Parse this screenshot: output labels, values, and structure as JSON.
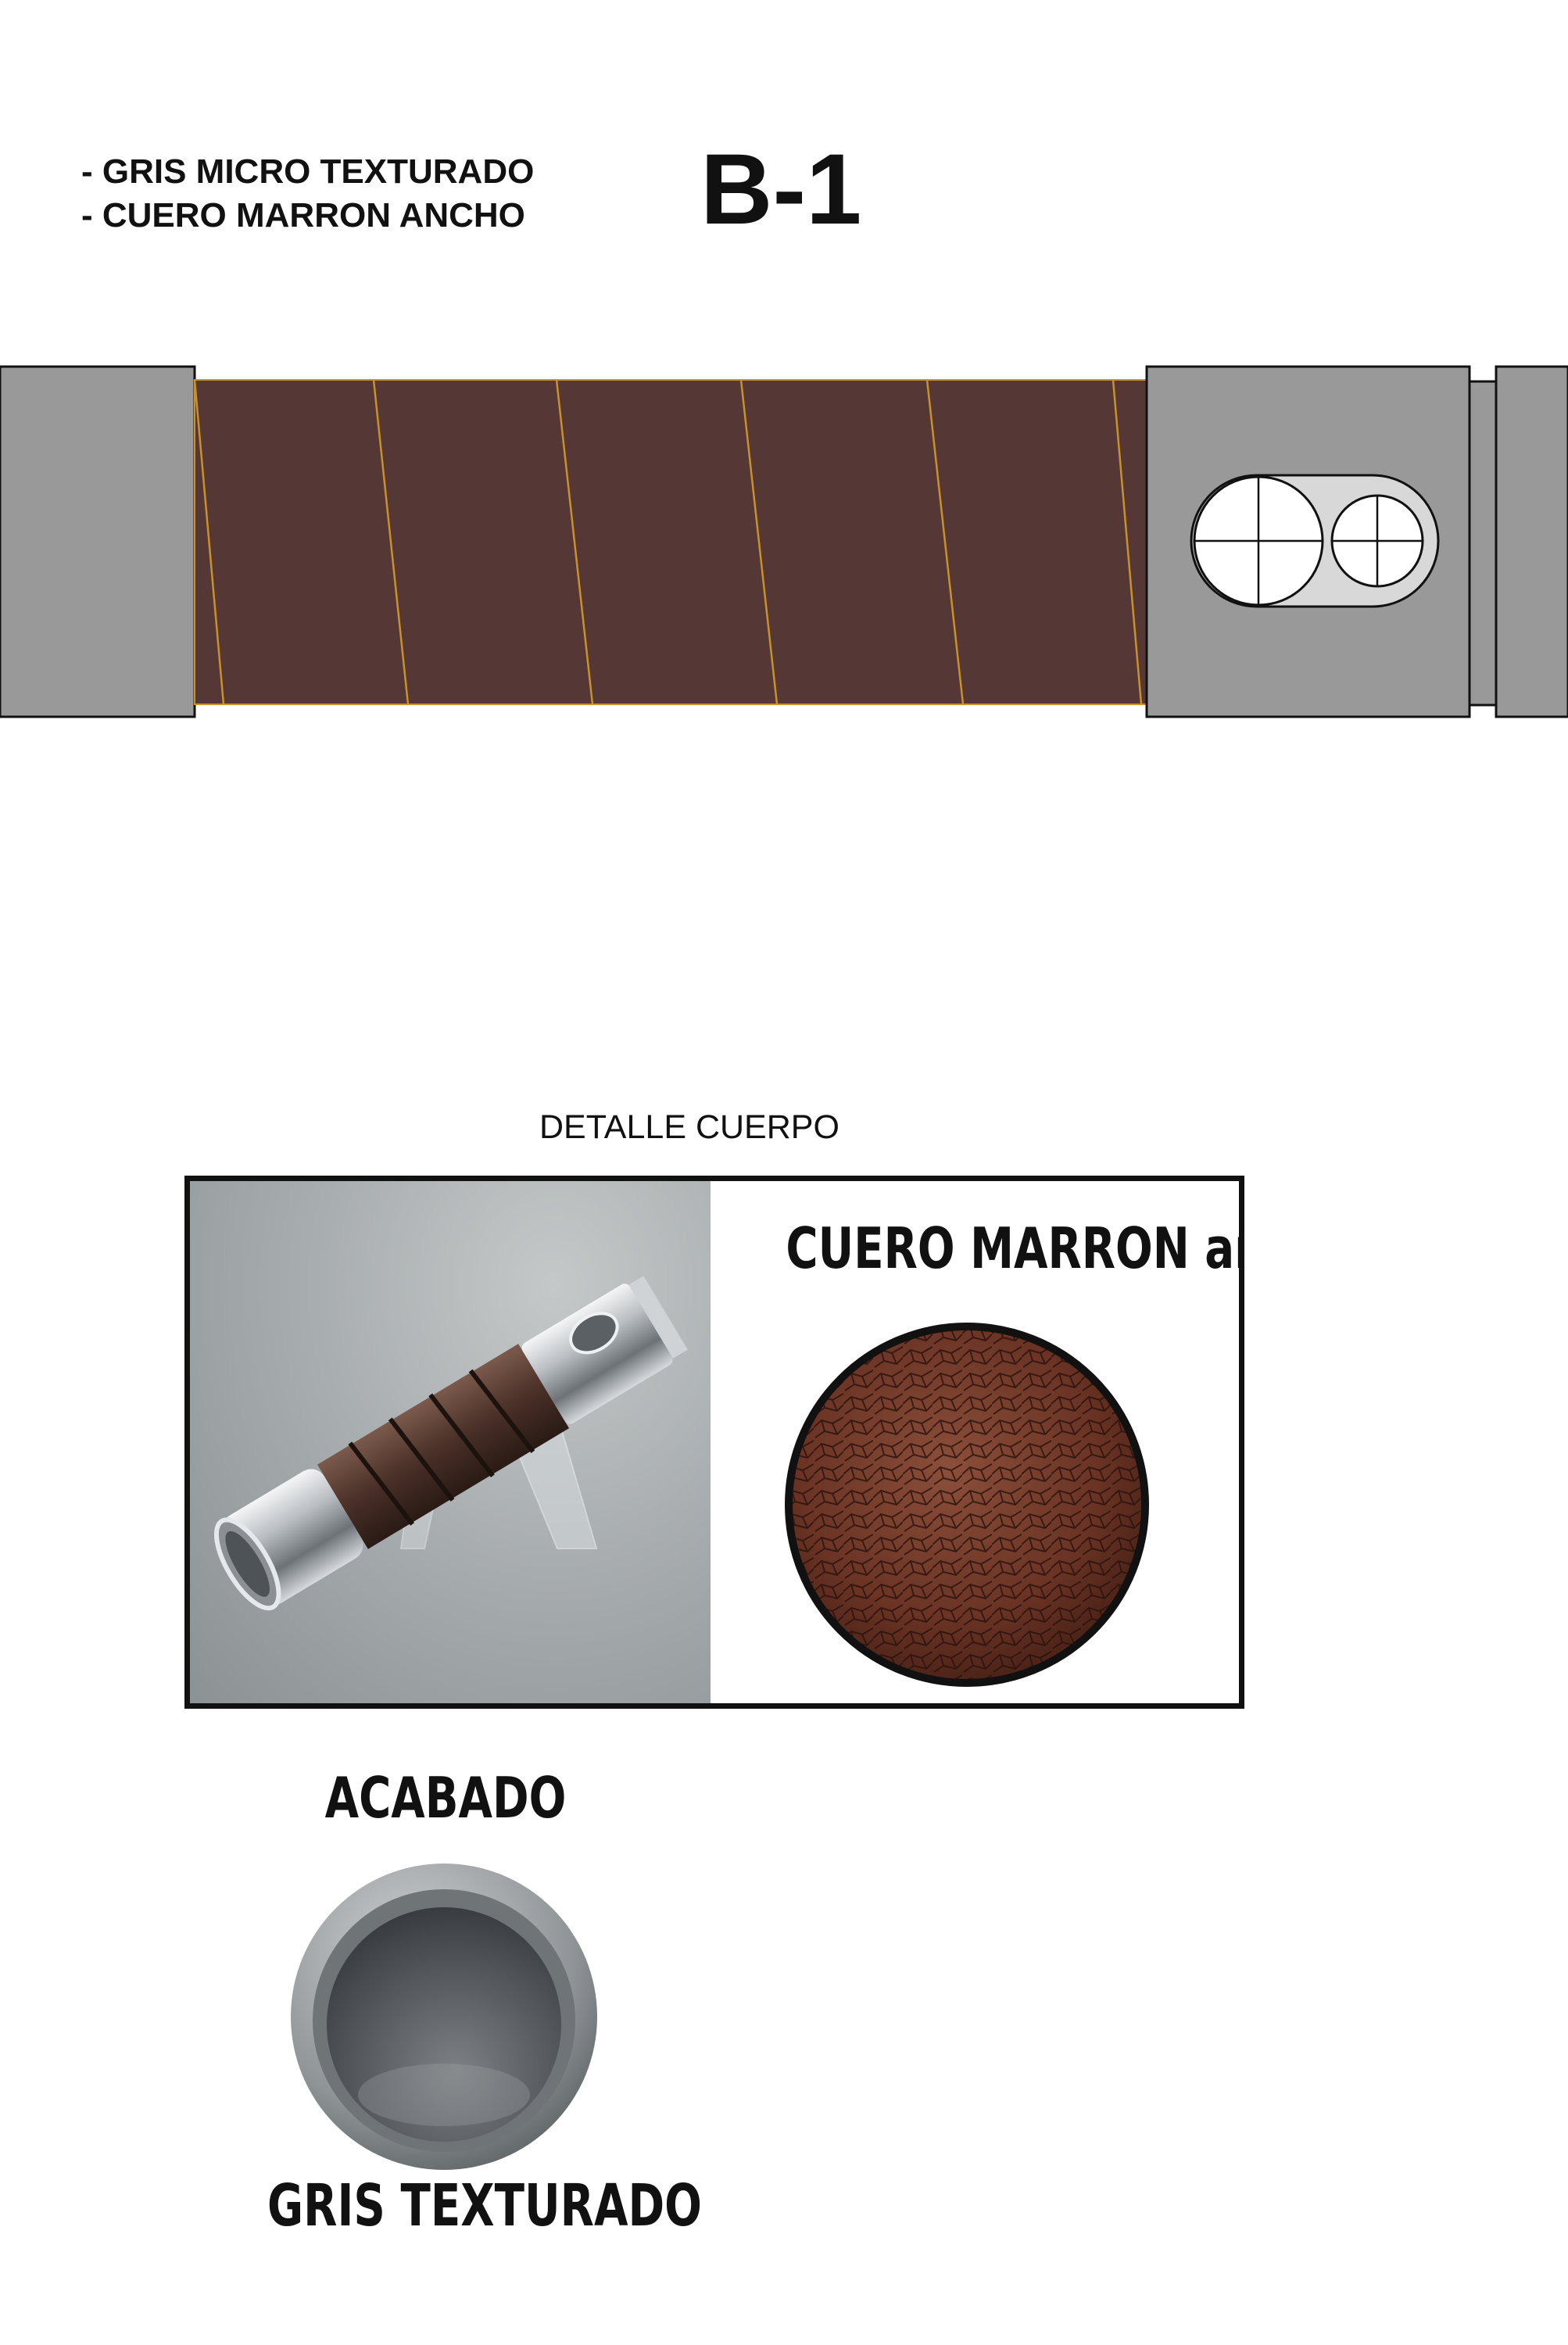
{
  "spec": {
    "lines": [
      "- GRIS MICRO TEXTURADO",
      "- CUERO MARRON ANCHO"
    ]
  },
  "model_code": "B-1",
  "detail": {
    "title": "DETALLE CUERPO",
    "material_label": "CUERO MARRON ancho"
  },
  "finish": {
    "title": "ACABADO",
    "name": "GRIS TEXTURADO"
  },
  "colors": {
    "metal_gray": "#999999",
    "leather_brown": "#553735",
    "wrap_line": "#c8912a",
    "outline": "#111111"
  }
}
